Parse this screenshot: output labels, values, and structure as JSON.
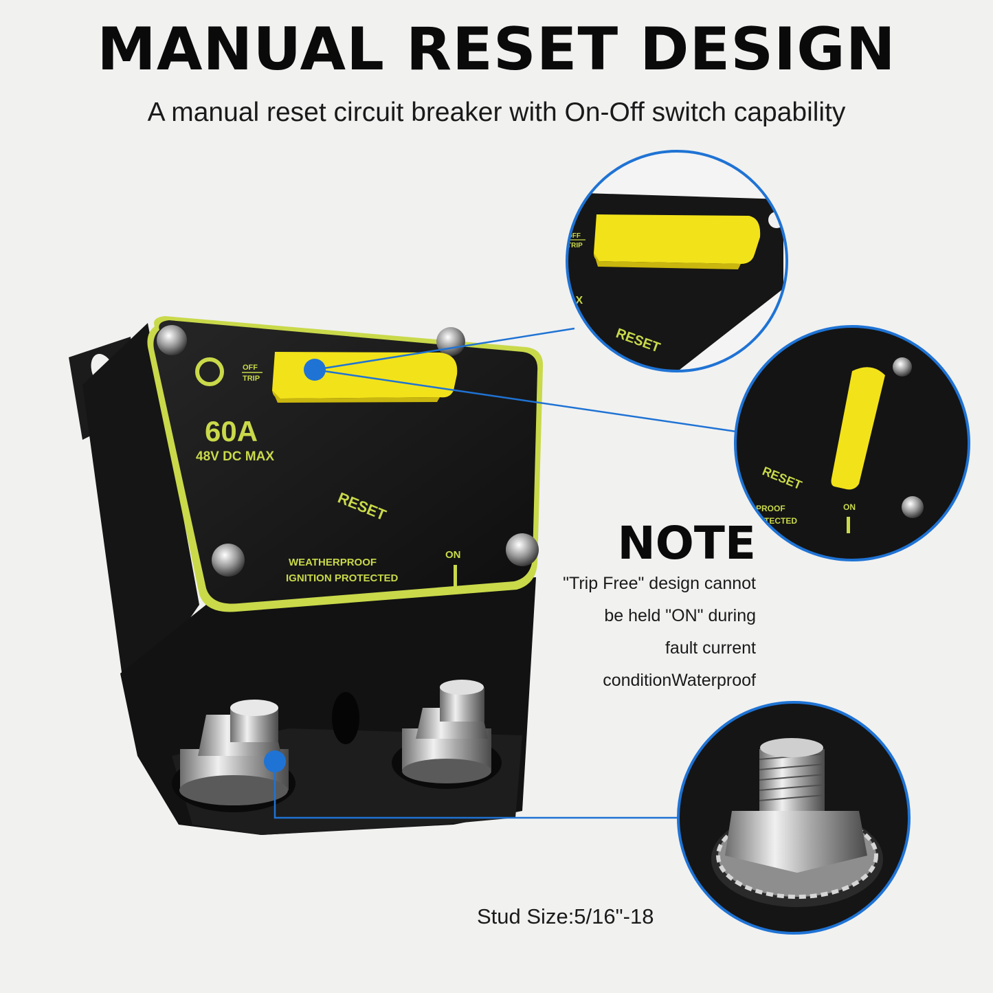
{
  "headline": "MANUAL RESET DESIGN",
  "subheadline": "A manual reset circuit breaker with On-Off switch capability",
  "breaker": {
    "rating": "60A",
    "voltage": "48V DC MAX",
    "off_label": "OFF",
    "trip_label": "TRIP",
    "reset_label": "RESET",
    "on_label": "ON",
    "protect_line1": "WEATHERPROOF",
    "protect_line2": "IGNITION PROTECTED"
  },
  "zoom_top": {
    "off_label": "OFF",
    "trip_label": "TRIP",
    "max_fragment": "AX",
    "reset_label": "RESET"
  },
  "zoom_mid": {
    "reset_label": "RESET",
    "protect_fragment1": "PROOF",
    "protect_fragment2": "TECTED",
    "on_label": "ON"
  },
  "note": {
    "title": "NOTE",
    "lines": [
      "\"Trip Free\" design cannot",
      "be held \"ON\" during",
      "fault current",
      "conditionWaterproof"
    ]
  },
  "stud_size": "Stud Size:5/16\"-18",
  "colors": {
    "accent_blue": "#1f73d4",
    "handle_yellow": "#f2e21a",
    "body_black": "#141414",
    "label_green": "#c9d94a"
  }
}
